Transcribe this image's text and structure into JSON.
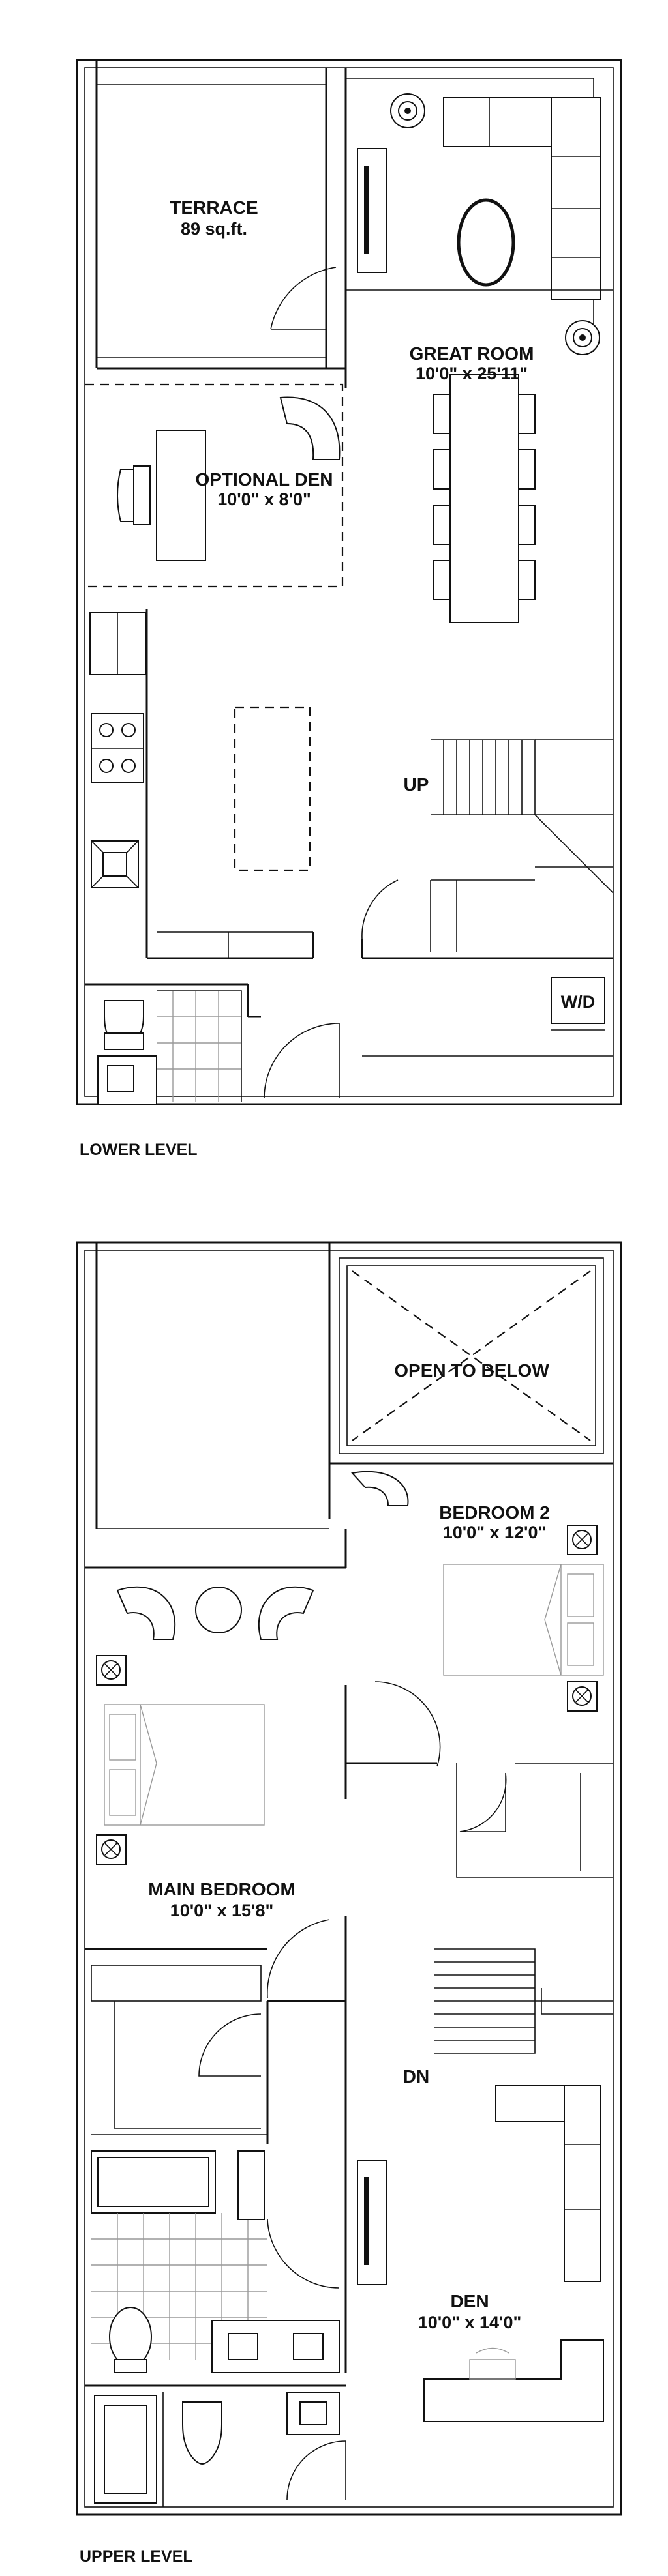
{
  "lower": {
    "terrace": {
      "name": "TERRACE",
      "size": "89 sq.ft."
    },
    "great_room": {
      "name": "GREAT ROOM",
      "size": "10'0\" x 25'11\""
    },
    "optional_den": {
      "name": "OPTIONAL DEN",
      "size": "10'0\" x 8'0\""
    },
    "stair_label": "UP",
    "laundry_label": "W/D",
    "level_label": "LOWER LEVEL"
  },
  "upper": {
    "open_to_below": "OPEN TO BELOW",
    "bedroom2": {
      "name": "BEDROOM 2",
      "size": "10'0\" x 12'0\""
    },
    "main_bedroom": {
      "name": "MAIN BEDROOM",
      "size": "10'0\" x 15'8\""
    },
    "den": {
      "name": "DEN",
      "size": "10'0\" x 14'0\""
    },
    "stair_label": "DN",
    "level_label": "UPPER LEVEL"
  }
}
